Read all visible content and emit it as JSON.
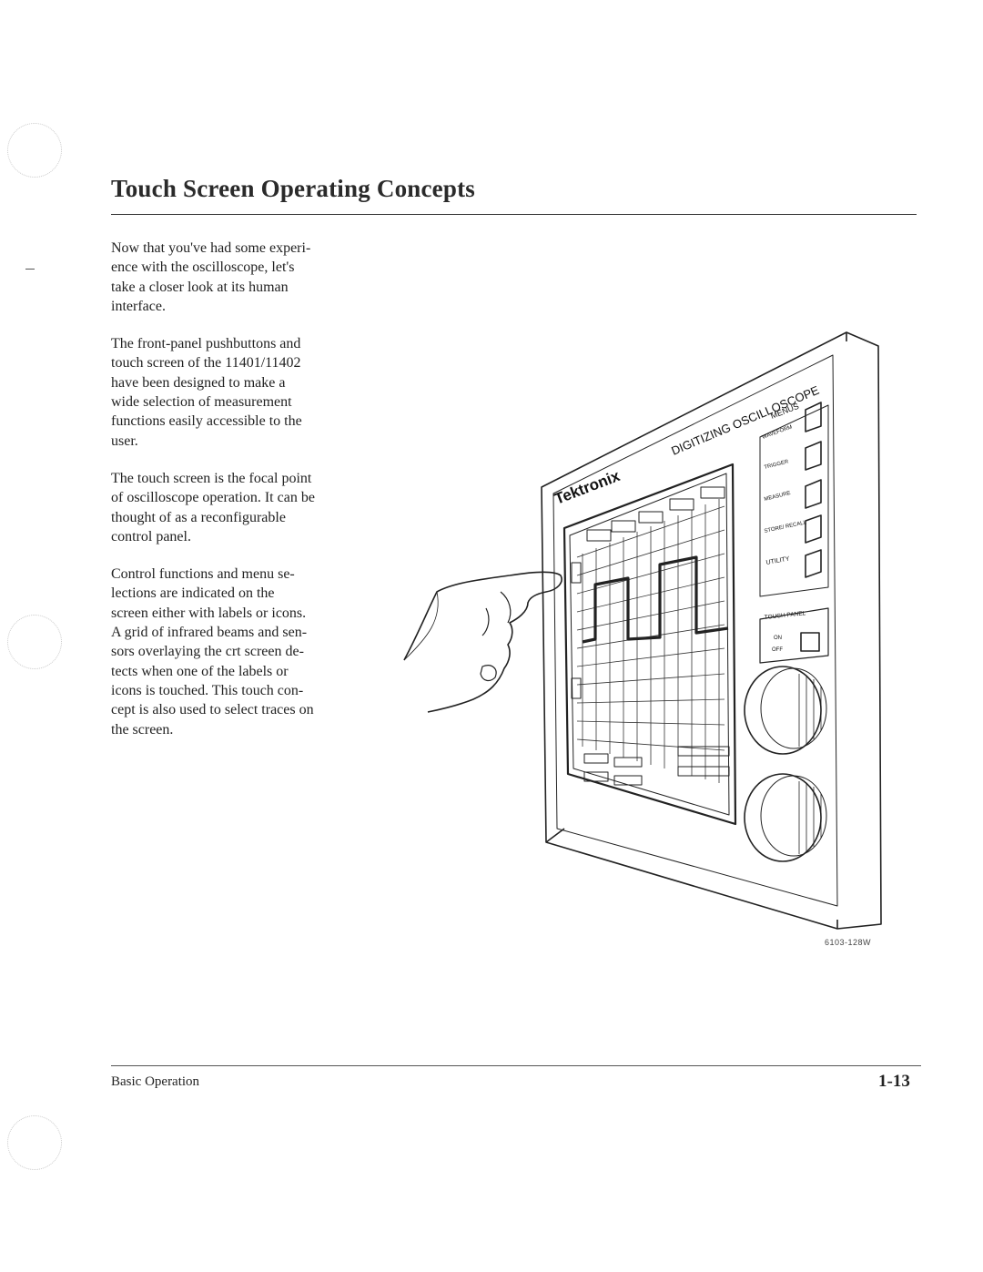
{
  "page": {
    "title": "Touch Screen Operating Concepts",
    "paragraphs": [
      "Now that you've had some experi-\nence with the oscilloscope, let's\ntake a closer look at its human\ninterface.",
      "The front-panel pushbuttons and\ntouch screen of the 11401/11402\nhave been designed to make a\nwide selection of measurement\nfunctions easily accessible to the\nuser.",
      "The touch screen is the focal point\nof oscilloscope operation. It can be\nthought of as a reconfigurable\ncontrol panel.",
      "Control functions and menu se-\nlections are indicated on the\nscreen either with labels or icons.\nA grid of infrared beams and sen-\nsors overlaying the crt screen de-\ntects when one of the labels or\nicons is touched. This touch con-\ncept is also used to select traces on\nthe screen."
    ],
    "footer_left": "Basic Operation",
    "footer_right": "1-13"
  },
  "figure": {
    "brand": "Tektronix",
    "model_text": "DIGITIZING OSCILLOSCOPE",
    "menus_label": "MENUS",
    "menu_buttons": [
      "WAVEFORM",
      "TRIGGER",
      "MEASURE",
      "STORE/ RECALL",
      "UTILITY"
    ],
    "touch_panel_label": "TOUCH PANEL",
    "touch_on": "ON",
    "touch_off": "OFF",
    "figure_id": "6103-128W"
  }
}
